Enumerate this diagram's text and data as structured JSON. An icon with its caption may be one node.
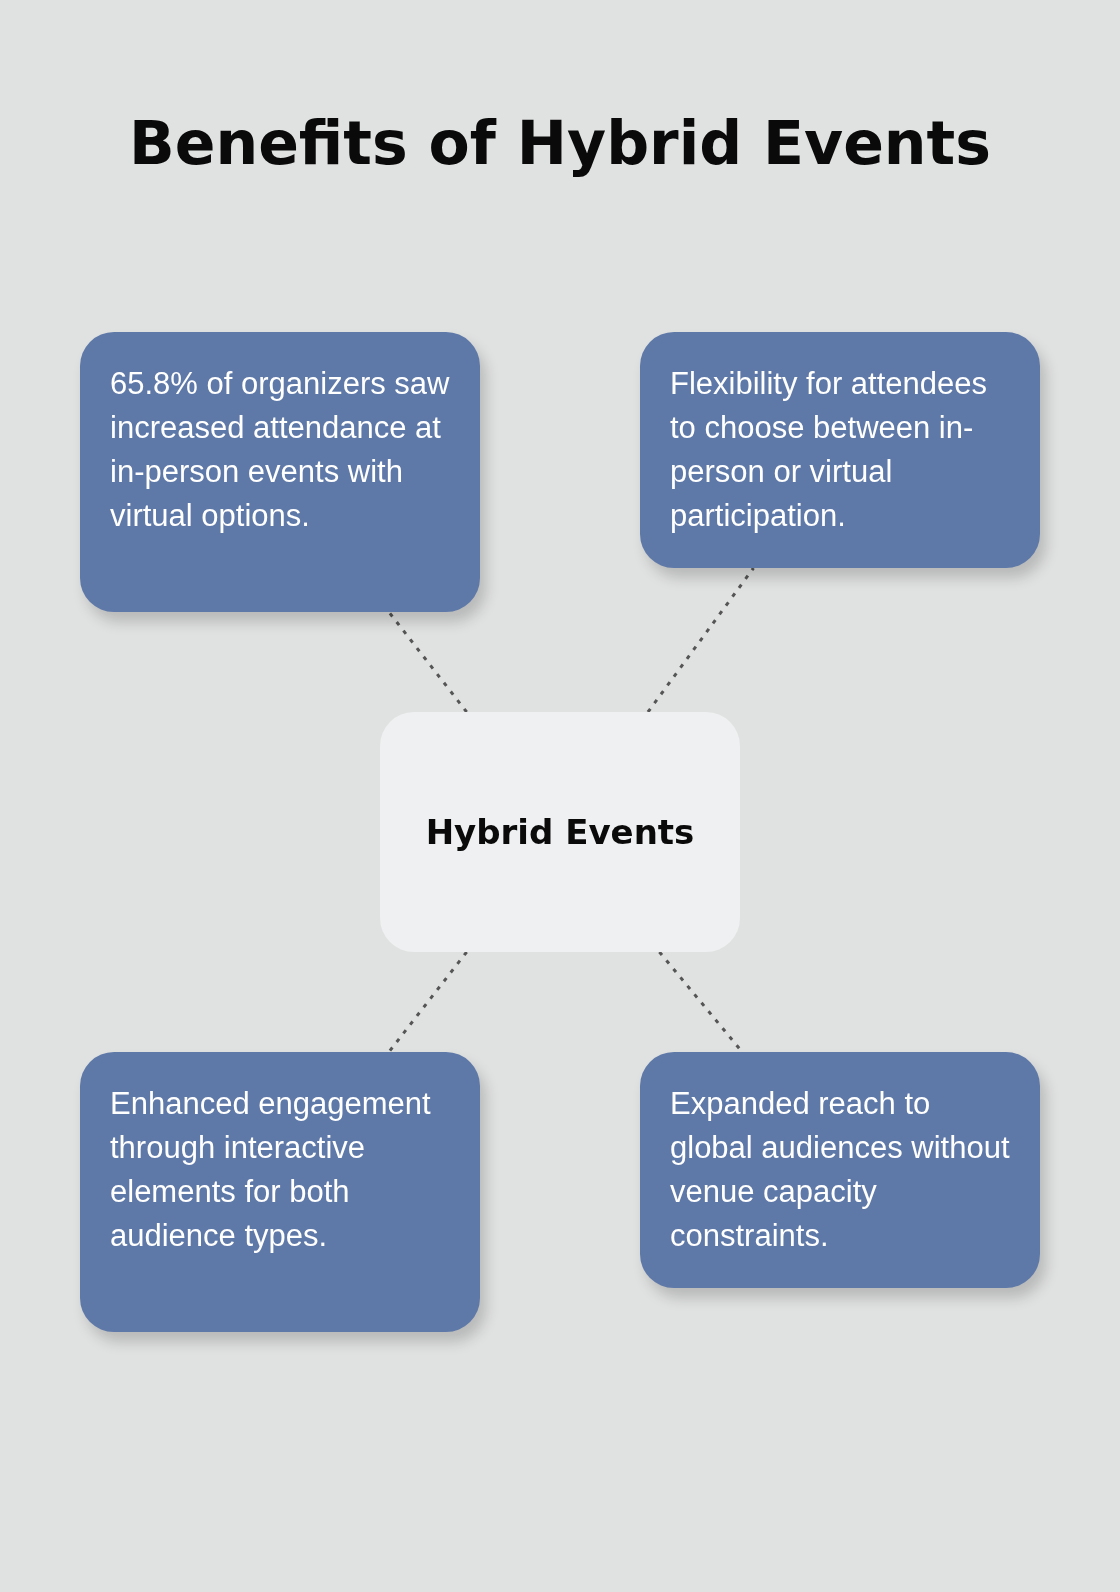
{
  "diagram": {
    "title": "Benefits of Hybrid Events",
    "nodes": [
      {
        "text": [
          "65.8% of organizers saw increased attendance at in-person events with virtual options."
        ]
      },
      {
        "text": [
          "Flexibility for attendees to choose between in-person or virtual participation."
        ]
      },
      {
        "text": [
          "Hybrid Events"
        ]
      },
      {
        "text": [
          "Enhanced engagement through interactive elements for both audience types."
        ]
      },
      {
        "text": [
          "Expanded reach to global audiences without venue capacity constraints."
        ]
      }
    ],
    "edges": [
      {
        "from": 2,
        "to": 0,
        "arrow": "none",
        "style": "dashed"
      },
      {
        "from": 2,
        "to": 1,
        "arrow": "none",
        "style": "dashed"
      },
      {
        "from": 2,
        "to": 3,
        "arrow": "none",
        "style": "dashed"
      },
      {
        "from": 2,
        "to": 4,
        "arrow": "none",
        "style": "dashed"
      }
    ]
  }
}
